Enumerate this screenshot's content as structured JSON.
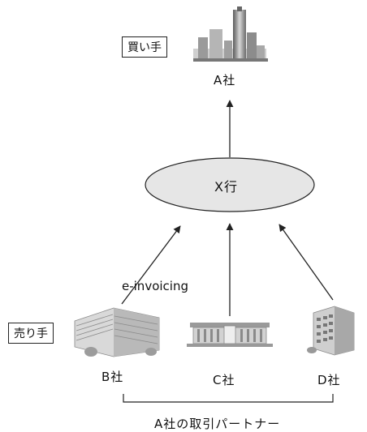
{
  "buyer_role": "買い手",
  "seller_role": "売り手",
  "company_a": "A社",
  "bank": "X行",
  "company_b": "B社",
  "company_c": "C社",
  "company_d": "D社",
  "edge_label": "e-invoicing",
  "partners_caption": "A社の取引パートナー",
  "colors": {
    "ellipse_fill": "#e6e6e6",
    "stroke": "#222222",
    "building_gray": "#8a8a8a"
  }
}
